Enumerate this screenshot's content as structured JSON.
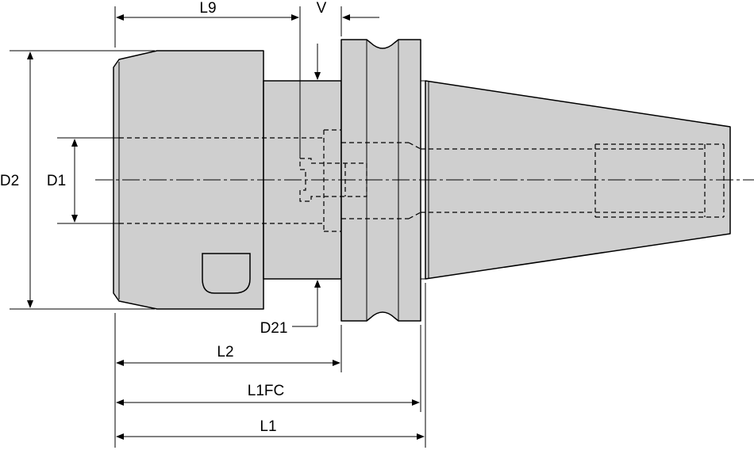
{
  "colors": {
    "background": "#ffffff",
    "body_fill": "#cfcfcf",
    "outline": "#000000"
  },
  "labels": {
    "l9": "L9",
    "v": "V",
    "d2": "D2",
    "d1": "D1",
    "d21": "D21",
    "l2": "L2",
    "l1fc": "L1FC",
    "l1": "L1"
  }
}
